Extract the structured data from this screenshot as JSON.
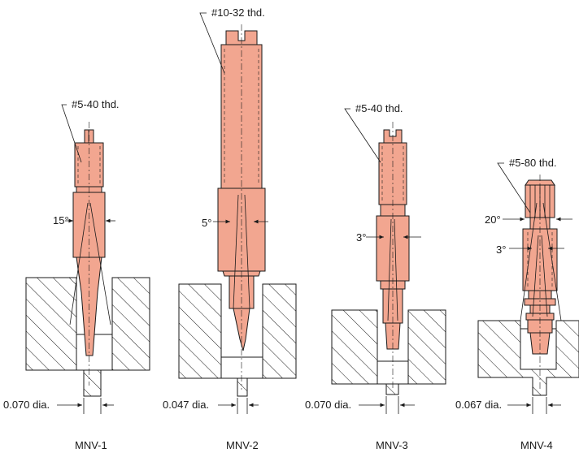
{
  "colors": {
    "valve_body": "#f2a690",
    "outline": "#1a1a1a",
    "block_hatch": "#1a1a1a",
    "background": "#ffffff"
  },
  "valves": [
    {
      "model": "MNV-1",
      "thread": "#5-40 thd.",
      "angles": [
        "15°"
      ],
      "orifice": "0.070 dia."
    },
    {
      "model": "MNV-2",
      "thread": "#10-32 thd.",
      "angles": [
        "5°"
      ],
      "orifice": "0.047 dia."
    },
    {
      "model": "MNV-3",
      "thread": "#5-40 thd.",
      "angles": [
        "3°"
      ],
      "orifice": "0.070 dia."
    },
    {
      "model": "MNV-4",
      "thread": "#5-80 thd.",
      "angles": [
        "20°",
        "3°"
      ],
      "orifice": "0.067 dia."
    }
  ]
}
